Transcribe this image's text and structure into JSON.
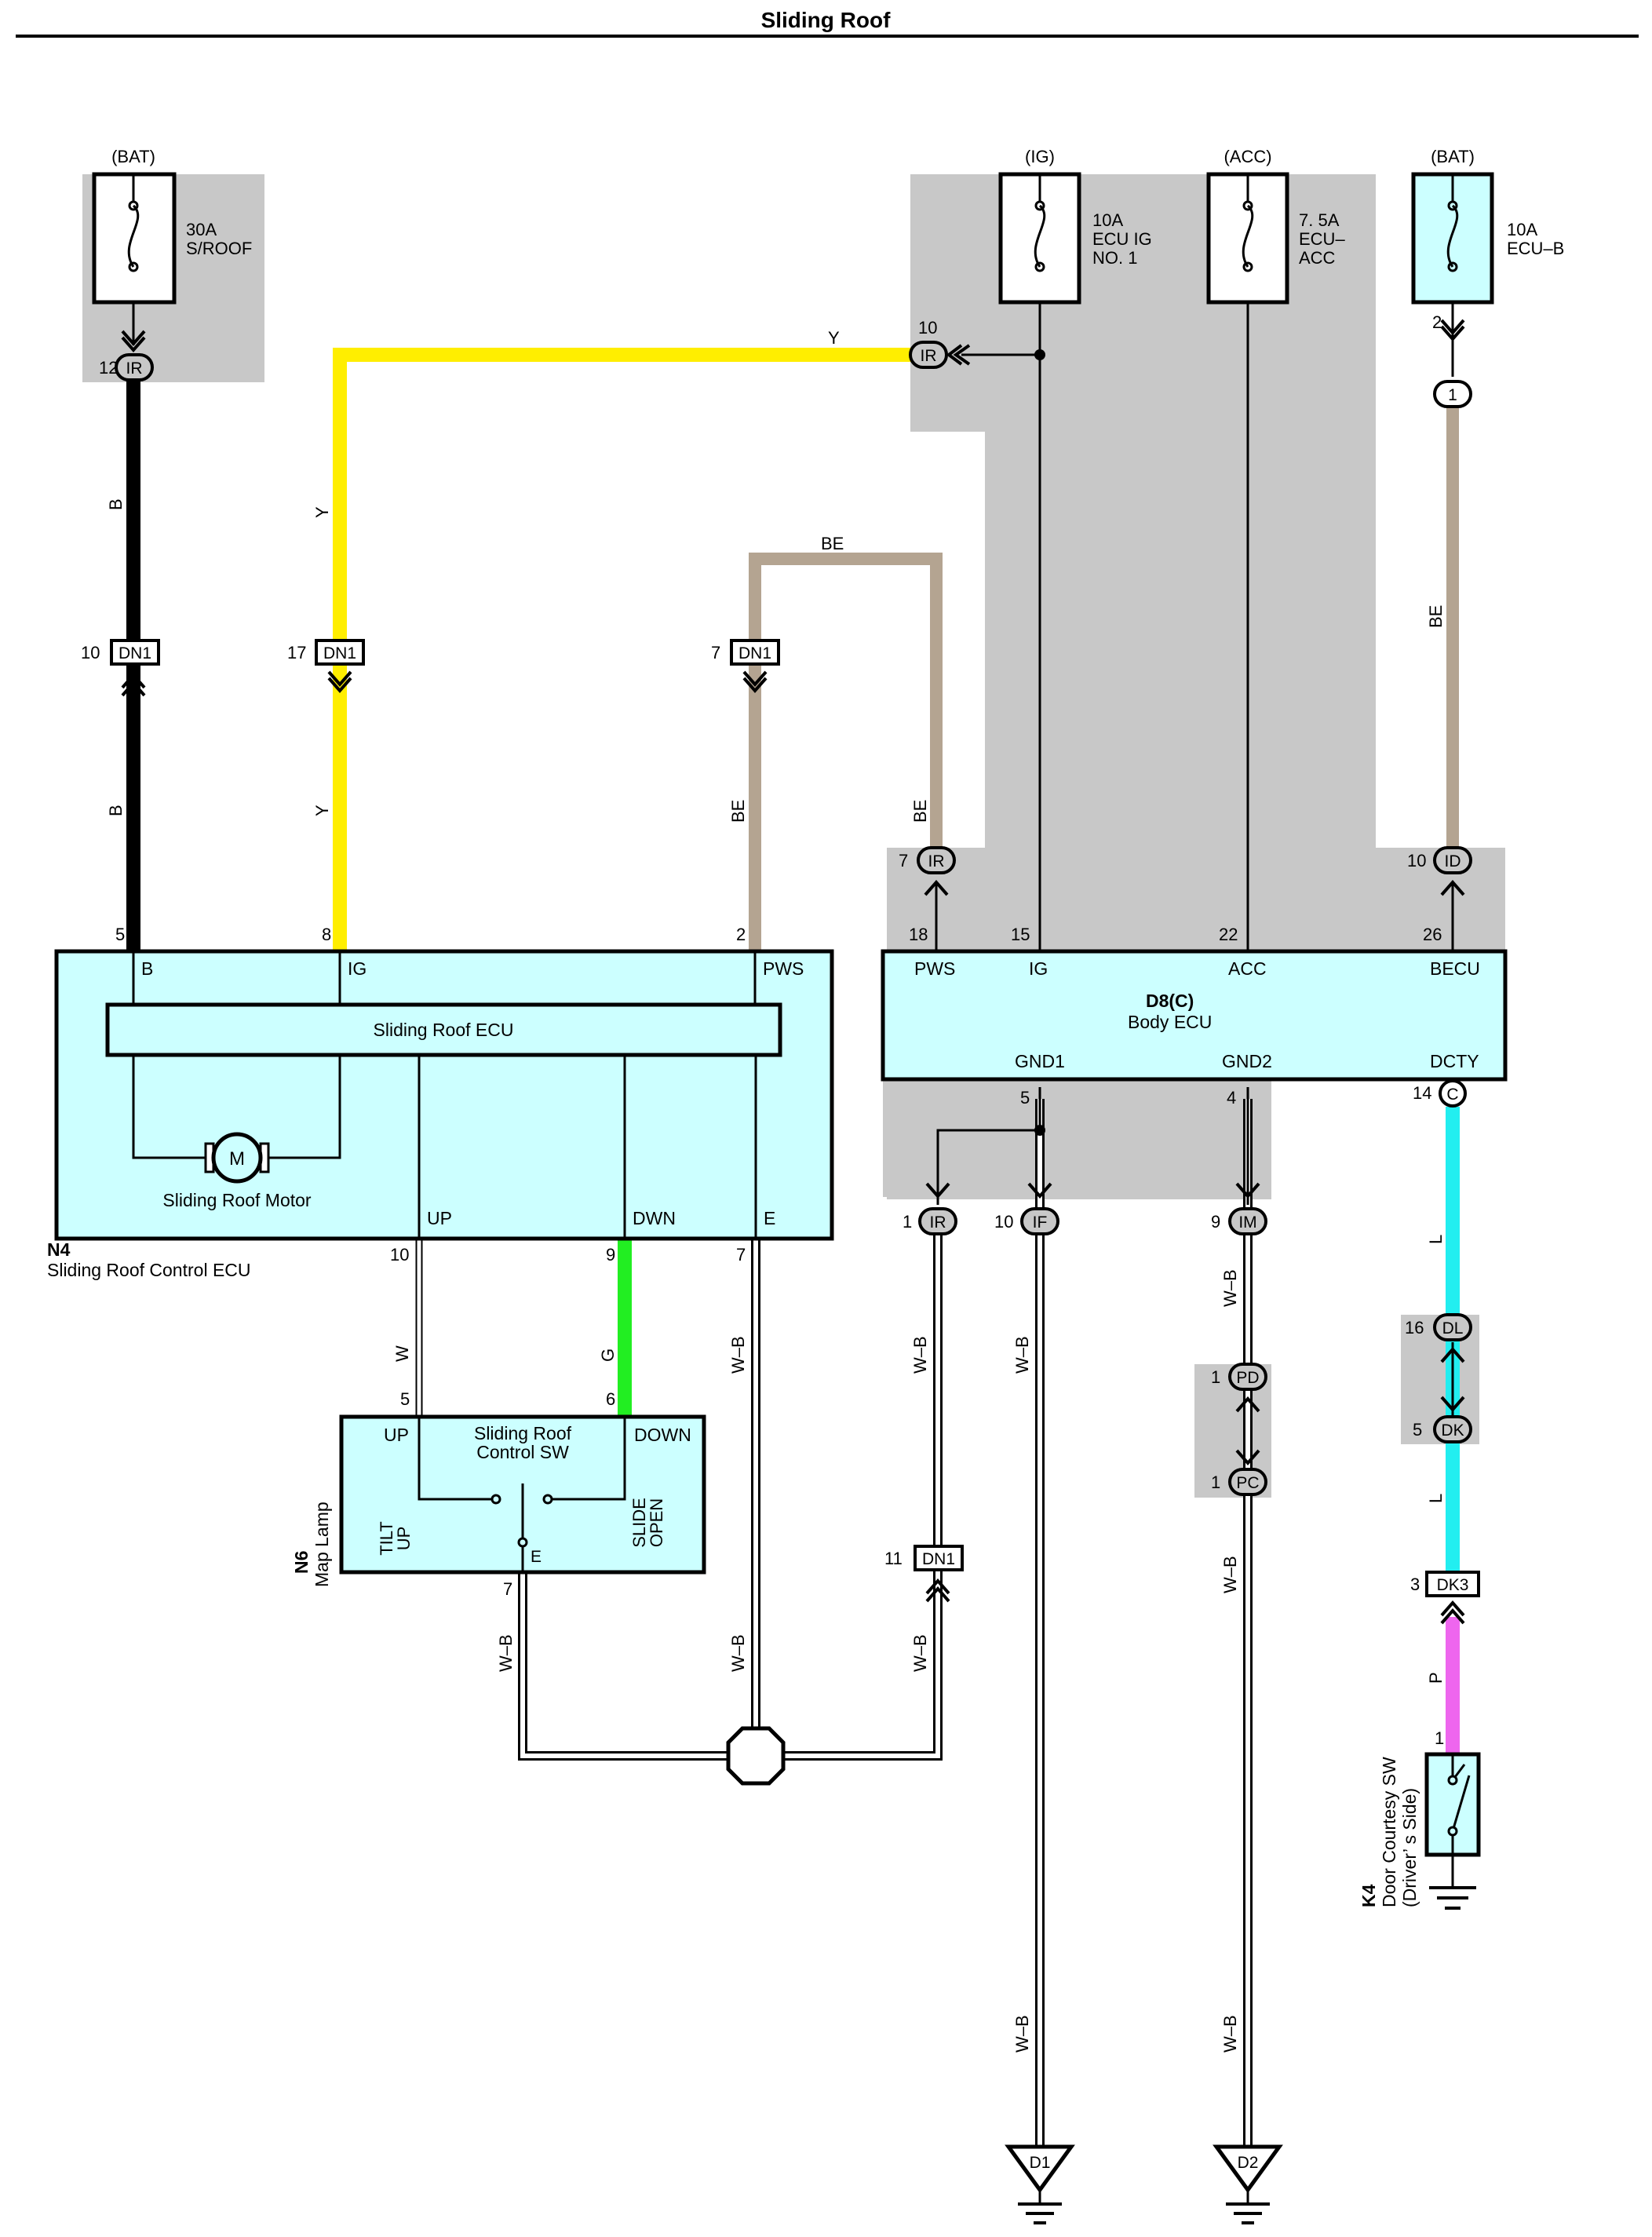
{
  "title": "Sliding Roof",
  "colors": {
    "shade": "#c8c8c8",
    "component_fill": "#ccffff",
    "wire_B": "#000000",
    "wire_Y": "#ffee00",
    "wire_BE": "#b4a491",
    "wire_G": "#22ee22",
    "wire_L": "#22eef0",
    "wire_P": "#ee66ee",
    "wire_WB": "#ffffff"
  },
  "fuses": [
    {
      "id": "fuse-bat-sroof",
      "source": "(BAT)",
      "rating": "30A",
      "name": "S/ROOF",
      "name2": ""
    },
    {
      "id": "fuse-ig-ecu-ig",
      "source": "(IG)",
      "rating": "10A",
      "name": "ECU IG",
      "name2": "NO. 1"
    },
    {
      "id": "fuse-acc-ecu-acc",
      "source": "(ACC)",
      "rating": "7. 5A",
      "name": "ECU–",
      "name2": "ACC"
    },
    {
      "id": "fuse-bat-ecu-b",
      "source": "(BAT)",
      "rating": "10A",
      "name": "ECU–B",
      "name2": ""
    }
  ],
  "components": {
    "n4": {
      "code": "N4",
      "name": "Sliding Roof Control ECU",
      "inner": "Sliding Roof ECU",
      "motor_label": "Sliding Roof Motor",
      "motor_symbol": "M",
      "terminals": {
        "b": "B",
        "ig": "IG",
        "pws": "PWS",
        "up": "UP",
        "dwn": "DWN",
        "e": "E"
      }
    },
    "d8": {
      "code": "D8(C)",
      "name": "Body ECU",
      "terminals": {
        "pws": "PWS",
        "ig": "IG",
        "acc": "ACC",
        "becu": "BECU",
        "gnd1": "GND1",
        "gnd2": "GND2",
        "dcty": "DCTY"
      }
    },
    "n6": {
      "code": "N6",
      "name": "Map Lamp",
      "sw_label1": "Sliding Roof",
      "sw_label2": "Control SW",
      "terminals": {
        "up": "UP",
        "down": "DOWN",
        "e": "E"
      },
      "tilt1": "TILT",
      "tilt2": "UP",
      "slide1": "SLIDE",
      "slide2": "OPEN"
    },
    "k4": {
      "code": "K4",
      "name1": "Door Courtesy SW",
      "name2": "(Driver’ s Side)"
    }
  },
  "connectors": {
    "ir": "IR",
    "dn1": "DN1",
    "id": "ID",
    "if": "IF",
    "im": "IM",
    "pd": "PD",
    "pc": "PC",
    "dl": "DL",
    "dk": "DK",
    "dk3": "DK3",
    "c": "C",
    "one": "1"
  },
  "pins": {
    "p12": "12",
    "p10": "10",
    "p17": "17",
    "p7": "7",
    "p5": "5",
    "p8": "8",
    "p2": "2",
    "p18": "18",
    "p15": "15",
    "p22": "22",
    "p26": "26",
    "p4": "4",
    "p14": "14",
    "p1": "1",
    "p9": "9",
    "p6": "6",
    "p16": "16",
    "p3": "3",
    "p11": "11"
  },
  "wire_labels": {
    "B": "B",
    "Y": "Y",
    "BE": "BE",
    "W": "W",
    "G": "G",
    "WB": "W–B",
    "L": "L",
    "P": "P"
  },
  "grounds": {
    "d1": "D1",
    "d2": "D2"
  }
}
